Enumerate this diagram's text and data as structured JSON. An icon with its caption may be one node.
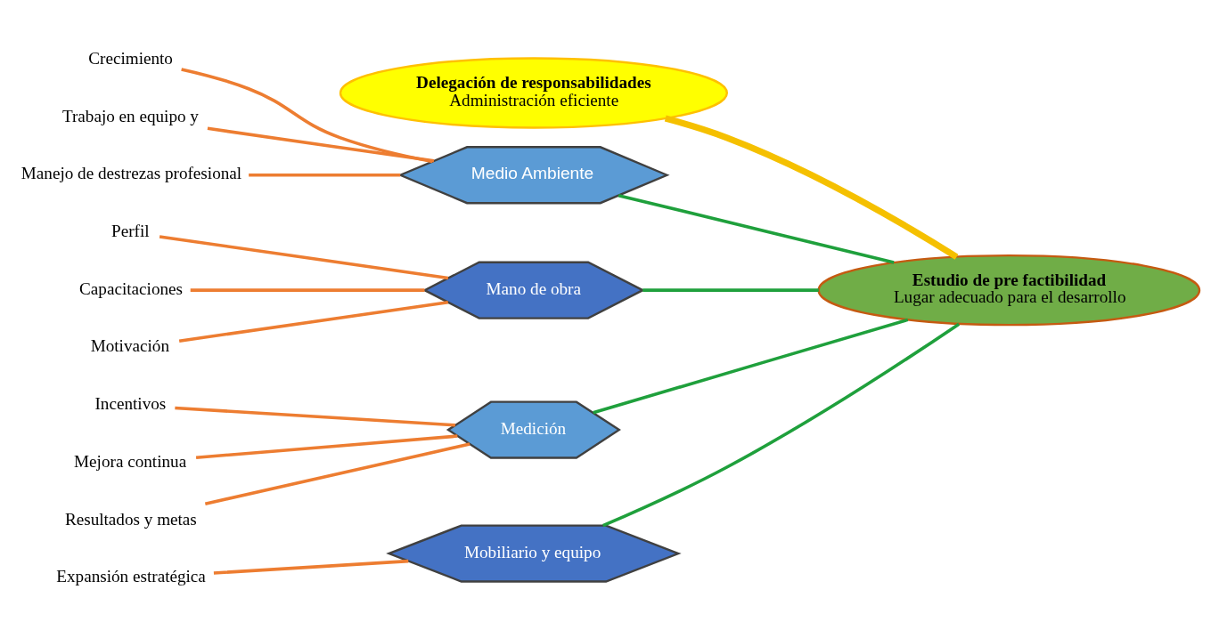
{
  "diagram": {
    "nodes": [
      {
        "text": [
          "Delegación de responsabilidades",
          "Administración eficiente"
        ]
      },
      {
        "text": [
          "Estudio de pre factibilidad",
          "Lugar adecuado para el desarrollo"
        ]
      },
      {
        "text": [
          "Medio Ambiente"
        ]
      },
      {
        "text": [
          "Mano de obra"
        ]
      },
      {
        "text": [
          "Medición"
        ]
      },
      {
        "text": [
          "Mobiliario y equipo"
        ]
      },
      {
        "text": [
          "Crecimiento"
        ]
      },
      {
        "text": [
          "Trabajo en equipo y"
        ]
      },
      {
        "text": [
          "Manejo de destrezas profesional"
        ]
      },
      {
        "text": [
          "Perfil"
        ]
      },
      {
        "text": [
          "Capacitaciones"
        ]
      },
      {
        "text": [
          "Motivación"
        ]
      },
      {
        "text": [
          "Incentivos"
        ]
      },
      {
        "text": [
          "Mejora continua"
        ]
      },
      {
        "text": [
          "Resultados y metas"
        ]
      },
      {
        "text": [
          "Expansión estratégica"
        ]
      }
    ],
    "edges": [
      {
        "from": 0,
        "to": 1,
        "arrow": "none",
        "style": "thick",
        "color": "#f5c000"
      },
      {
        "from": 2,
        "to": 1,
        "arrow": "none",
        "color": "#1fa03c"
      },
      {
        "from": 3,
        "to": 1,
        "arrow": "none",
        "color": "#1fa03c"
      },
      {
        "from": 4,
        "to": 1,
        "arrow": "none",
        "color": "#1fa03c"
      },
      {
        "from": 5,
        "to": 1,
        "arrow": "none",
        "color": "#1fa03c"
      },
      {
        "from": 6,
        "to": 2,
        "arrow": "none"
      },
      {
        "from": 7,
        "to": 2,
        "arrow": "none"
      },
      {
        "from": 8,
        "to": 2,
        "arrow": "none"
      },
      {
        "from": 9,
        "to": 3,
        "arrow": "none"
      },
      {
        "from": 10,
        "to": 3,
        "arrow": "none"
      },
      {
        "from": 11,
        "to": 3,
        "arrow": "none"
      },
      {
        "from": 12,
        "to": 4,
        "arrow": "none"
      },
      {
        "from": 13,
        "to": 4,
        "arrow": "none"
      },
      {
        "from": 14,
        "to": 4,
        "arrow": "none"
      },
      {
        "from": 15,
        "to": 5,
        "arrow": "none"
      }
    ]
  }
}
